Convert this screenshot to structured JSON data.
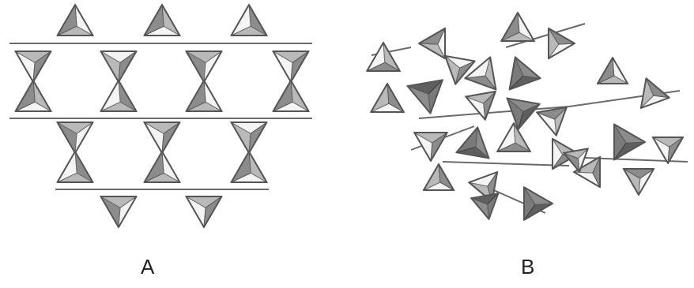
{
  "figure": {
    "panels": [
      {
        "id": "A",
        "label": "A",
        "structure": "regular-ring-network"
      },
      {
        "id": "B",
        "label": "B",
        "structure": "disordered-network"
      }
    ]
  }
}
